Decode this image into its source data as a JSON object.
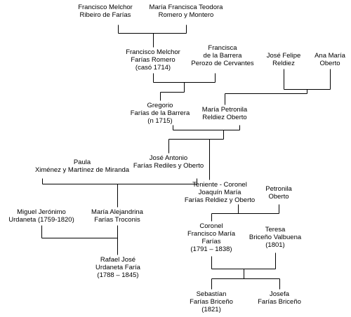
{
  "people": {
    "francisco_melchor_ribeiro": {
      "lines": [
        "Francisco Melchor",
        "Ribeiro de Farías"
      ]
    },
    "maria_francisca_teodora": {
      "lines": [
        "María Francisca Teodora",
        "Romero y Montero"
      ]
    },
    "francisco_melchor_farias": {
      "lines": [
        "Francisco Melchor",
        "Farías Romero",
        "(casó 1714)"
      ]
    },
    "francisca_barrera": {
      "lines": [
        "Francisca",
        "de la Barrera",
        "Perozo de Cervantes"
      ]
    },
    "jose_felipe_reldiez": {
      "lines": [
        "José Felipe",
        "Reldiez"
      ]
    },
    "ana_maria_oberto": {
      "lines": [
        "Ana María",
        "Oberto"
      ]
    },
    "gregorio_farias": {
      "lines": [
        "Gregorio",
        "Farías de la Barrera",
        "(n 1715)"
      ]
    },
    "maria_petronila_reldiez": {
      "lines": [
        "María Petronila",
        "Reldiez Oberto"
      ]
    },
    "paula_ximenez": {
      "lines": [
        "Paula",
        "Ximénez y Martínez de Miranda"
      ]
    },
    "jose_antonio_farias": {
      "lines": [
        "José Antonio",
        "Farías Rediles y Oberto"
      ]
    },
    "joaquin_maria_farias": {
      "lines": [
        "Teniente - Coronel",
        "Joaquín María",
        "Farías Reldiez y Oberto"
      ]
    },
    "petronila_oberto": {
      "lines": [
        "Petronila",
        "Oberto"
      ]
    },
    "miguel_jeronimo_urdaneta": {
      "lines": [
        "Miguel Jerónimo",
        "Urdaneta (1759-1820)"
      ]
    },
    "maria_alejandrina_farias": {
      "lines": [
        "María Alejandrina",
        "Farías Troconis"
      ]
    },
    "francisco_maria_farias": {
      "lines": [
        "Coronel",
        "Francisco María",
        "Farías",
        "(1791 – 1838)"
      ]
    },
    "teresa_briceno": {
      "lines": [
        "Teresa",
        "Briceño Valbuena",
        "(1801)"
      ]
    },
    "rafael_jose_urdaneta": {
      "lines": [
        "Rafael José",
        "Urdaneta Faría",
        "(1788 – 1845)"
      ]
    },
    "sebastian_farias": {
      "lines": [
        "Sebastían",
        "Farías Briceño",
        "(1821)"
      ]
    },
    "josefa_farias": {
      "lines": [
        "Josefa",
        "Farías Briceño"
      ]
    }
  }
}
